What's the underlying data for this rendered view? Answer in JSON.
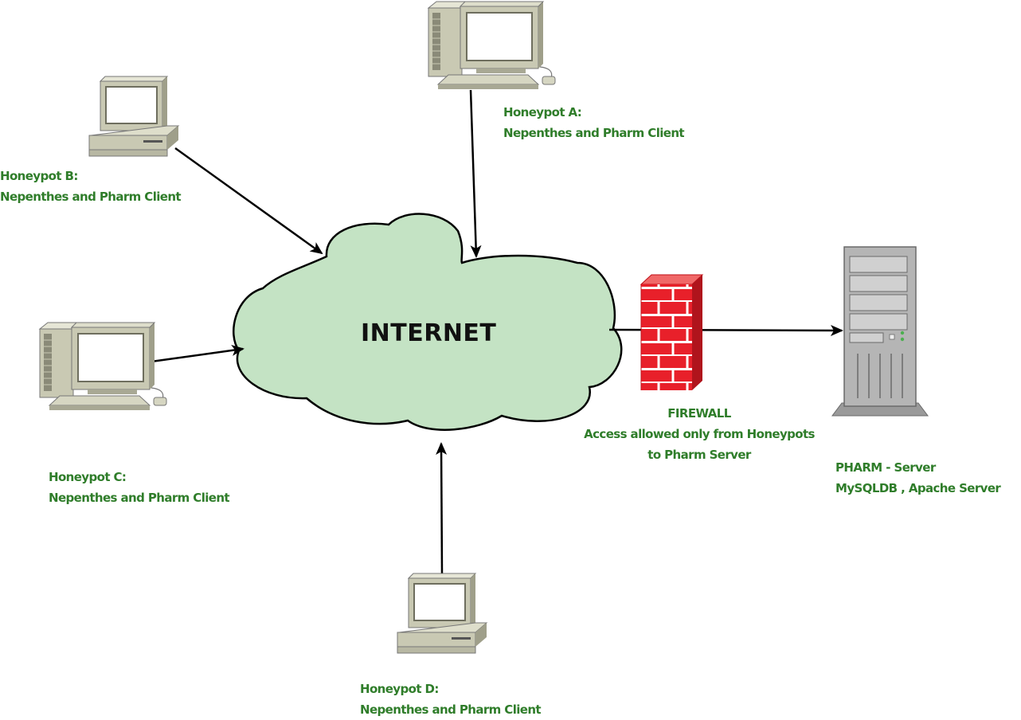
{
  "colors": {
    "label_green": "#2f7d2a",
    "cloud_fill": "#c4e3c4",
    "firewall_red": "#e8202a",
    "pc_body": "#c9c9b3",
    "server_body": "#b5b5b5"
  },
  "cloud": {
    "label": "INTERNET"
  },
  "honeypots": {
    "a": {
      "title": "Honeypot A:",
      "subtitle": "Nepenthes and Pharm Client",
      "icon": "desktop-tower-computer-icon"
    },
    "b": {
      "title": "Honeypot B:",
      "subtitle": "Nepenthes and Pharm Client",
      "icon": "desktop-computer-icon"
    },
    "c": {
      "title": "Honeypot C:",
      "subtitle": "Nepenthes and Pharm Client",
      "icon": "desktop-tower-computer-icon"
    },
    "d": {
      "title": "Honeypot D:",
      "subtitle": "Nepenthes and Pharm Client",
      "icon": "desktop-computer-icon"
    }
  },
  "firewall": {
    "title": "FIREWALL",
    "line1": "Access allowed only from Honeypots",
    "line2": "to Pharm Server",
    "icon": "brick-wall-firewall-icon"
  },
  "server": {
    "title": "PHARM - Server",
    "subtitle": "MySQLDB , Apache Server",
    "icon": "tower-server-icon"
  }
}
